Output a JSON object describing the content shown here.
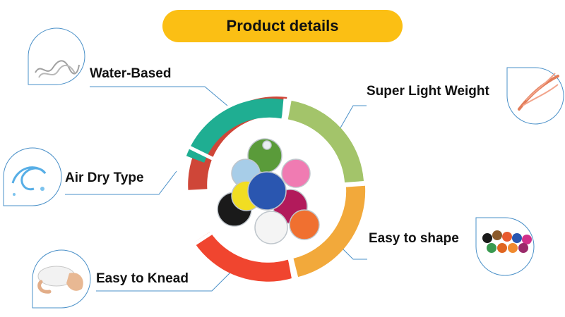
{
  "header": {
    "title": "Product details"
  },
  "features": [
    {
      "label": "Water-Based",
      "icon": "water-squiggle-icon"
    },
    {
      "label": "Super Light Weight",
      "icon": "feather-icon"
    },
    {
      "label": "Air Dry Type",
      "icon": "water-splash-icon"
    },
    {
      "label": "Easy to shape",
      "icon": "clay-balls-icon"
    },
    {
      "label": "Easy to Knead",
      "icon": "kneading-hand-icon"
    }
  ],
  "colors": {
    "title_pill": "#fbbf14",
    "ring_teal": "#1fae92",
    "ring_green": "#a3c46a",
    "ring_orange": "#f2a93b",
    "ring_red": "#f0452f",
    "ring_dark_red": "#cf4638",
    "icon_badge_border": "#4a90c8",
    "connector_line": "#4a90c8"
  }
}
